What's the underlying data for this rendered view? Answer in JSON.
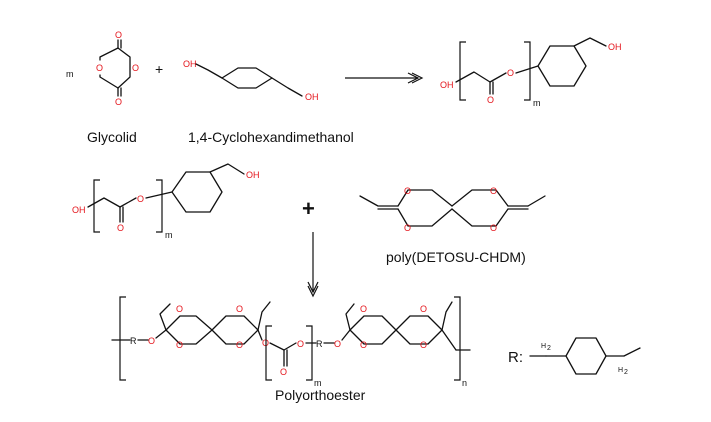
{
  "reaction1": {
    "coefficient": "m",
    "plus": "+",
    "reactant1_name": "Glycolid",
    "reactant2_name": "1,4-Cyclohexandimethanol"
  },
  "reaction2": {
    "plus": "+",
    "monomer_name": "poly(DETOSU-CHDM)"
  },
  "product": {
    "name": "Polyorthoester",
    "repeat_inner": "m",
    "repeat_outer": "n"
  },
  "r_group": {
    "label": "R:",
    "h2": "H",
    "h2_sub": "2"
  },
  "atoms": {
    "O": "O",
    "OH": "OH",
    "R": "R"
  },
  "colors": {
    "heteroatom": "#e4141b",
    "bond": "#111111"
  }
}
